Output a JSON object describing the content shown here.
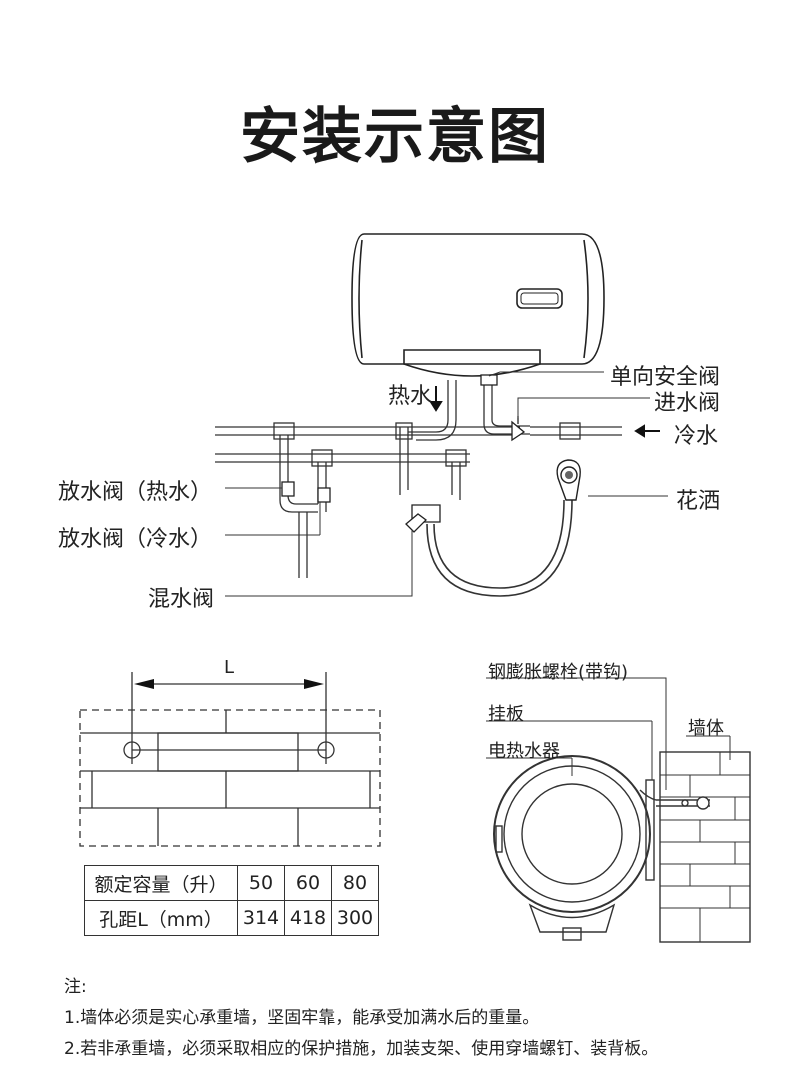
{
  "title": "安装示意图",
  "labels": {
    "hot_water": "热水",
    "check_valve": "单向安全阀",
    "inlet_valve": "进水阀",
    "cold_water": "冷水",
    "drain_hot": "放水阀（热水）",
    "drain_cold": "放水阀（冷水）",
    "mixing_valve": "混水阀",
    "shower": "花洒",
    "dimension_l": "L",
    "bolt": "钢膨胀螺栓(带钩)",
    "hanger": "挂板",
    "heater": "电热水器",
    "wall": "墙体"
  },
  "spec_table": {
    "rows": [
      [
        "额定容量（升）",
        "50",
        "60",
        "80"
      ],
      [
        "孔距L（mm）",
        "314",
        "418",
        "300"
      ]
    ]
  },
  "notes": {
    "heading": "注:",
    "lines": [
      "1.墙体必须是实心承重墙，坚固牢靠，能承受加满水后的重量。",
      "2.若非承重墙，必须采取相应的保护措施，加装支架、使用穿墙螺钉、装背板。"
    ]
  }
}
